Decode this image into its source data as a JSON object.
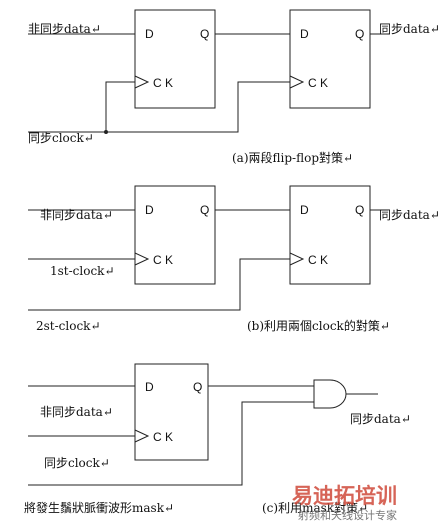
{
  "colors": {
    "line": "#222222",
    "text": "#111111",
    "watermark_primary": "#d04a3a",
    "watermark_secondary": "#777777"
  },
  "pins": {
    "d": "D",
    "q": "Q",
    "ck": "C K"
  },
  "mark": "↵",
  "circuit_a": {
    "input": "非同步data",
    "output": "同步data",
    "clock": "同步clock",
    "caption": "(a)兩段flip-flop對策"
  },
  "circuit_b": {
    "input": "非同步data",
    "output": "同步data",
    "clock1": "1st-clock",
    "clock2": "2st-clock",
    "caption": "(b)利用兩個clock的對策"
  },
  "circuit_c": {
    "input": "非同步data",
    "output": "同步data",
    "clock": "同步clock",
    "mask_signal": "將發生鬚狀脈衝波形mask",
    "caption": "(c)利用mask對策"
  },
  "watermark": {
    "text": "易迪拓培训",
    "subtext": "射频和天线设计专家"
  }
}
